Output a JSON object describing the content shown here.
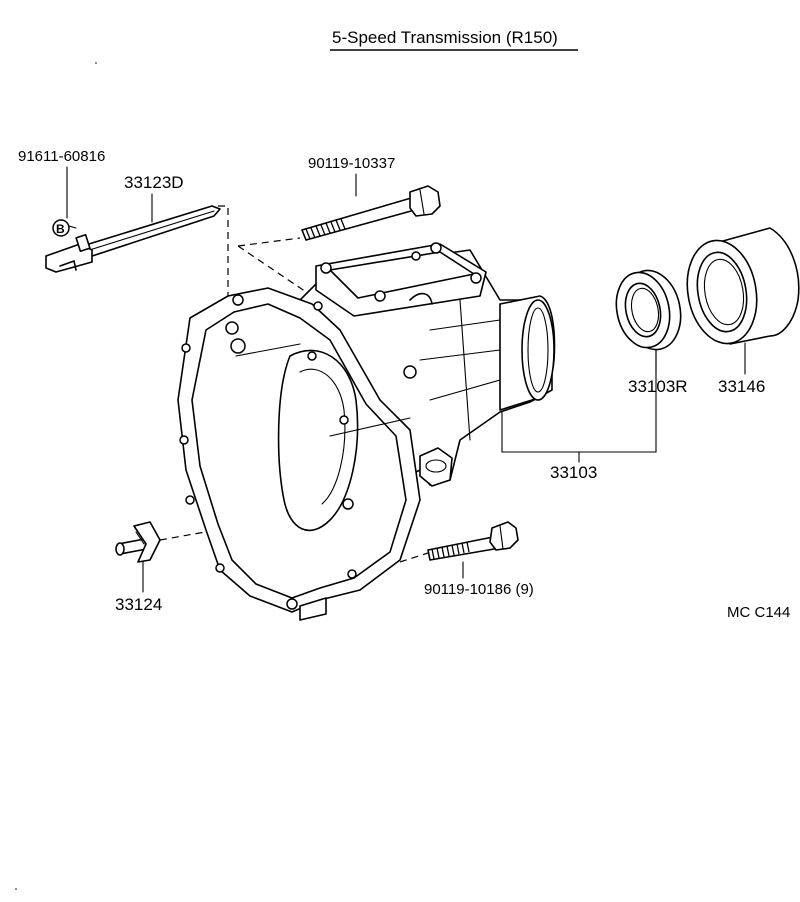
{
  "title": "5-Speed Transmission (R150)",
  "diagram_code": "MC  C144",
  "parts": [
    {
      "id": "p1",
      "number": "91611-60816"
    },
    {
      "id": "p2",
      "number": "33123D"
    },
    {
      "id": "p3",
      "number": "90119-10337"
    },
    {
      "id": "p4",
      "number": "33103R"
    },
    {
      "id": "p5",
      "number": "33146"
    },
    {
      "id": "p6",
      "number": "33103"
    },
    {
      "id": "p7",
      "number": "33124"
    },
    {
      "id": "p8",
      "number": "90119-10186 (9)"
    }
  ],
  "marker": "B"
}
